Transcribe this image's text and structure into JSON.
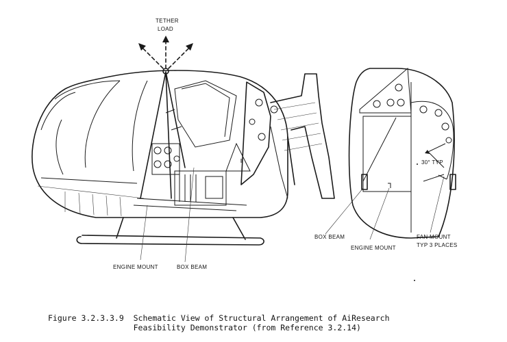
{
  "labels": {
    "tether_line1": "TETHER",
    "tether_line2": "LOAD",
    "engine_mount_left": "ENGINE MOUNT",
    "box_beam_left": "BOX BEAM",
    "box_beam_right": "BOX BEAM",
    "engine_mount_right": "ENGINE MOUNT",
    "fan_mount_line1": "FAN MOUNT",
    "fan_mount_line2": "TYP 3 PLACES",
    "angle": "30° TYP"
  },
  "caption": {
    "line1": "Figure 3.2.3.3.9  Schematic View of Structural Arrangement of AiResearch",
    "line2": "                  Feasibility Demonstrator (from Reference 3.2.14)"
  }
}
